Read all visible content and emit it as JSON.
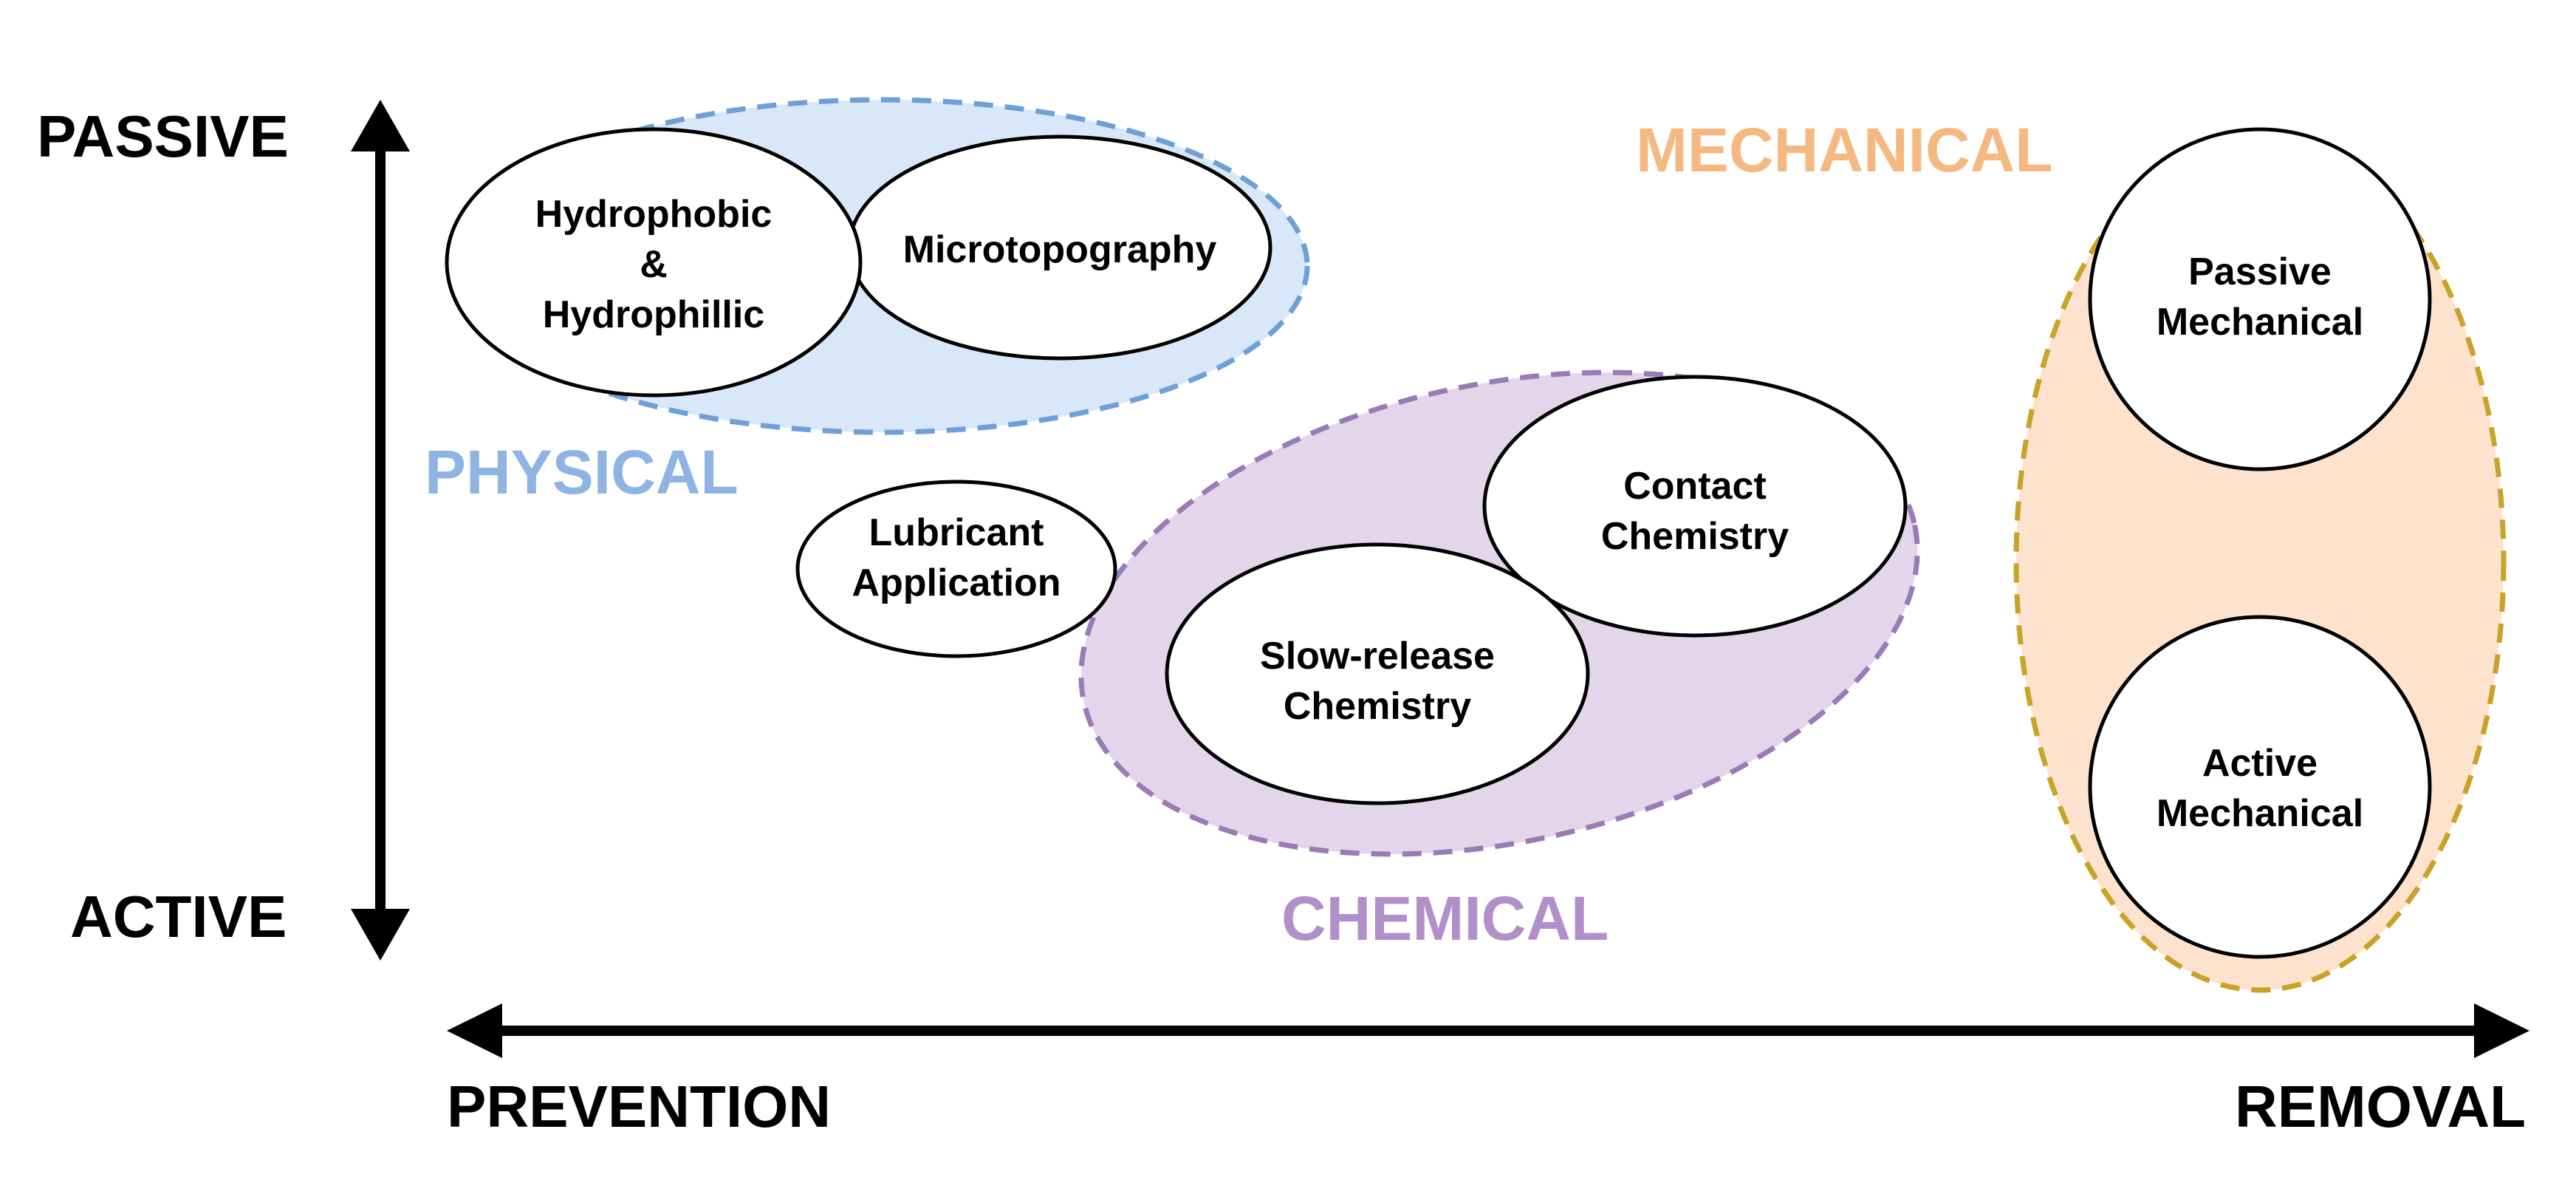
{
  "axes": {
    "vertical": {
      "top_label": "PASSIVE",
      "bottom_label": "ACTIVE"
    },
    "horizontal": {
      "left_label": "PREVENTION",
      "right_label": "REMOVAL"
    }
  },
  "groups": {
    "physical": {
      "label": "PHYSICAL",
      "fill": "#d9e8f8",
      "stroke": "#6f9fd8",
      "label_color": "#8fb4e3"
    },
    "chemical": {
      "label": "CHEMICAL",
      "fill": "#e3d6ea",
      "stroke": "#9a7bb5",
      "label_color": "#b190c9"
    },
    "mechanical": {
      "label": "MECHANICAL",
      "fill": "#fde3cd",
      "stroke": "#c9a227",
      "label_color": "#f5b881"
    }
  },
  "nodes": {
    "hydrophobic": {
      "line1": "Hydrophobic",
      "line2": "&",
      "line3": "Hydrophillic"
    },
    "microtopography": {
      "line1": "Microtopography"
    },
    "lubricant": {
      "line1": "Lubricant",
      "line2": "Application"
    },
    "contact_chemistry": {
      "line1": "Contact",
      "line2": "Chemistry"
    },
    "slow_release": {
      "line1": "Slow-release",
      "line2": "Chemistry"
    },
    "passive_mechanical": {
      "line1": "Passive",
      "line2": "Mechanical"
    },
    "active_mechanical": {
      "line1": "Active",
      "line2": "Mechanical"
    }
  },
  "colors": {
    "arrow": "#000000",
    "node_border": "#000000",
    "node_fill": "#ffffff"
  }
}
